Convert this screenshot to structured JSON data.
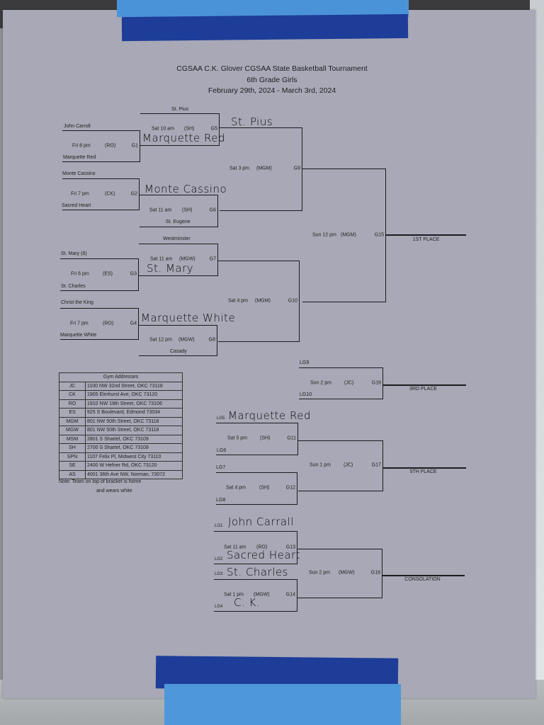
{
  "header": {
    "line1": "CGSAA C.K. Glover CGSAA State Basketball Tournament",
    "line2": "6th Grade Girls",
    "line3": "February 29th, 2024 - March 3rd, 2024"
  },
  "games": {
    "G1": {
      "id": "G1",
      "time": "Fri 8 pm",
      "gym": "(RO)",
      "top": "John Carroll",
      "bottom": "Marquette Red",
      "winner": "Marquette Red"
    },
    "G2": {
      "id": "G2",
      "time": "Fri 7 pm",
      "gym": "(CK)",
      "top": "Monte Cassino",
      "bottom": "Sacred Heart",
      "winner": "Monte Cassino"
    },
    "G3": {
      "id": "G3",
      "time": "Fri 6 pm",
      "gym": "(ES)",
      "top": "St. Mary (6)",
      "bottom": "St. Charles",
      "winner": "St. Mary"
    },
    "G4": {
      "id": "G4",
      "time": "Fri 7 pm",
      "gym": "(RO)",
      "top": "Christ the King",
      "bottom": "Marquette White",
      "winner": "Marquette White"
    },
    "G5": {
      "id": "G5",
      "time": "Sat 10 am",
      "gym": "(SH)",
      "top": "St. Pius",
      "winner": "St. Pius"
    },
    "G6": {
      "id": "G6",
      "time": "Sat 11 am",
      "gym": "(SH)",
      "bottom": "St. Eugene"
    },
    "G7": {
      "id": "G7",
      "time": "Sat 11 am",
      "gym": "(MGW)",
      "top": "Westminster"
    },
    "G8": {
      "id": "G8",
      "time": "Sat 12 pm",
      "gym": "(MGW)",
      "bottom": "Casady"
    },
    "G9": {
      "id": "G9",
      "time": "Sat 3 pm",
      "gym": "(MGM)"
    },
    "G10": {
      "id": "G10",
      "time": "Sat 4 pm",
      "gym": "(MGM)"
    },
    "G15": {
      "id": "G15",
      "time": "Sun 12 pm",
      "gym": "(MGM)",
      "result": "1ST PLACE"
    },
    "G16": {
      "id": "G16",
      "time": "Sun 2 pm",
      "gym": "(JC)",
      "top": "LG9",
      "bottom": "LG10",
      "result": "3RD PLACE"
    },
    "G11": {
      "id": "G11",
      "time": "Sat 5 pm",
      "gym": "(SH)",
      "top": "LG5",
      "top_written": "Marquette Red",
      "bottom": "LG6"
    },
    "G12": {
      "id": "G12",
      "time": "Sat 4 pm",
      "gym": "(SH)",
      "top": "LG7",
      "bottom": "LG8"
    },
    "G17": {
      "id": "G17",
      "time": "Sun 1 pm",
      "gym": "(JC)",
      "result": "5TH PLACE"
    },
    "G13": {
      "id": "G13",
      "time": "Sat 11 am",
      "gym": "(RO)",
      "top": "LG1",
      "top_written": "John Carrall",
      "bottom": "LG2",
      "bottom_written": "Sacred Heart"
    },
    "G14": {
      "id": "G14",
      "time": "Sat 1 pm",
      "gym": "(MGW)",
      "top": "LG3",
      "top_written": "St. Charles",
      "bottom": "LG4",
      "bottom_written": "C. K."
    },
    "G18": {
      "id": "G18",
      "time": "Sun 2 pm",
      "gym": "(MGW)",
      "result": "CONSOLATION"
    }
  },
  "gyms": {
    "title": "Gym Addresses",
    "rows": [
      {
        "code": "JC",
        "address": "1100 NW 32nd Street, OKC 73118"
      },
      {
        "code": "CK",
        "address": "1905 Elmhurst Ave, OKC 73120"
      },
      {
        "code": "RO",
        "address": "1910 NW 19th Street, OKC 73106"
      },
      {
        "code": "ES",
        "address": "925 S Boulevard, Edmond 73034"
      },
      {
        "code": "MGM",
        "address": "801 NW 50th Street, OKC 73118"
      },
      {
        "code": "MGW",
        "address": "801 NW 50th Street, OKC 73118"
      },
      {
        "code": "MSM",
        "address": "2801 S Shartel, OKC 73109"
      },
      {
        "code": "SH",
        "address": "2700 S Shartel, OKC 73109"
      },
      {
        "code": "SPN",
        "address": "1107 Felix Pl, Midwest City 73110"
      },
      {
        "code": "SE",
        "address": "2400 W Hefner Rd, OKC 73120"
      },
      {
        "code": "AS",
        "address": "4001 36th Ave NW, Norman, 73072"
      }
    ]
  },
  "note": {
    "line1": "Note:  Team on top of bracket is home",
    "line2": "and wears white"
  },
  "colors": {
    "paper": "#a8a8b6",
    "tape_dark": "#1d3d98",
    "tape_light": "#4b93d8"
  }
}
